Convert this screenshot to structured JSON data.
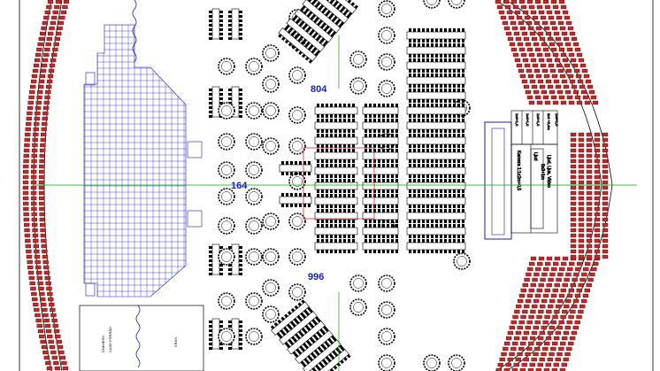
{
  "colors": {
    "seat_fill": "#c62828",
    "line": "#000000",
    "stage": "#1a1acc",
    "axis": "#00aa00",
    "tech": "#1a1acc",
    "label": "#1a1acc"
  },
  "labels": {
    "count_top": "804",
    "count_center": "164",
    "count_bottom": "996"
  },
  "room_notes": {
    "dimmers": "DIMMERS",
    "case": "CASE FÖRRÅD",
    "kran": "KRAN"
  },
  "tech_notes": {
    "camera": "Kamera 1:1x2m+0,5",
    "camera2": "1x4+1,0",
    "riser1": "1x4+1,0",
    "riser2": "1x4+1,0",
    "riser3": "1x4+1,0",
    "riser4": "2x4 +0,4m",
    "ljud": "Ljud, Ljus, Video",
    "ljud2": "9x3+1m",
    "ljud3": "Ljud"
  }
}
